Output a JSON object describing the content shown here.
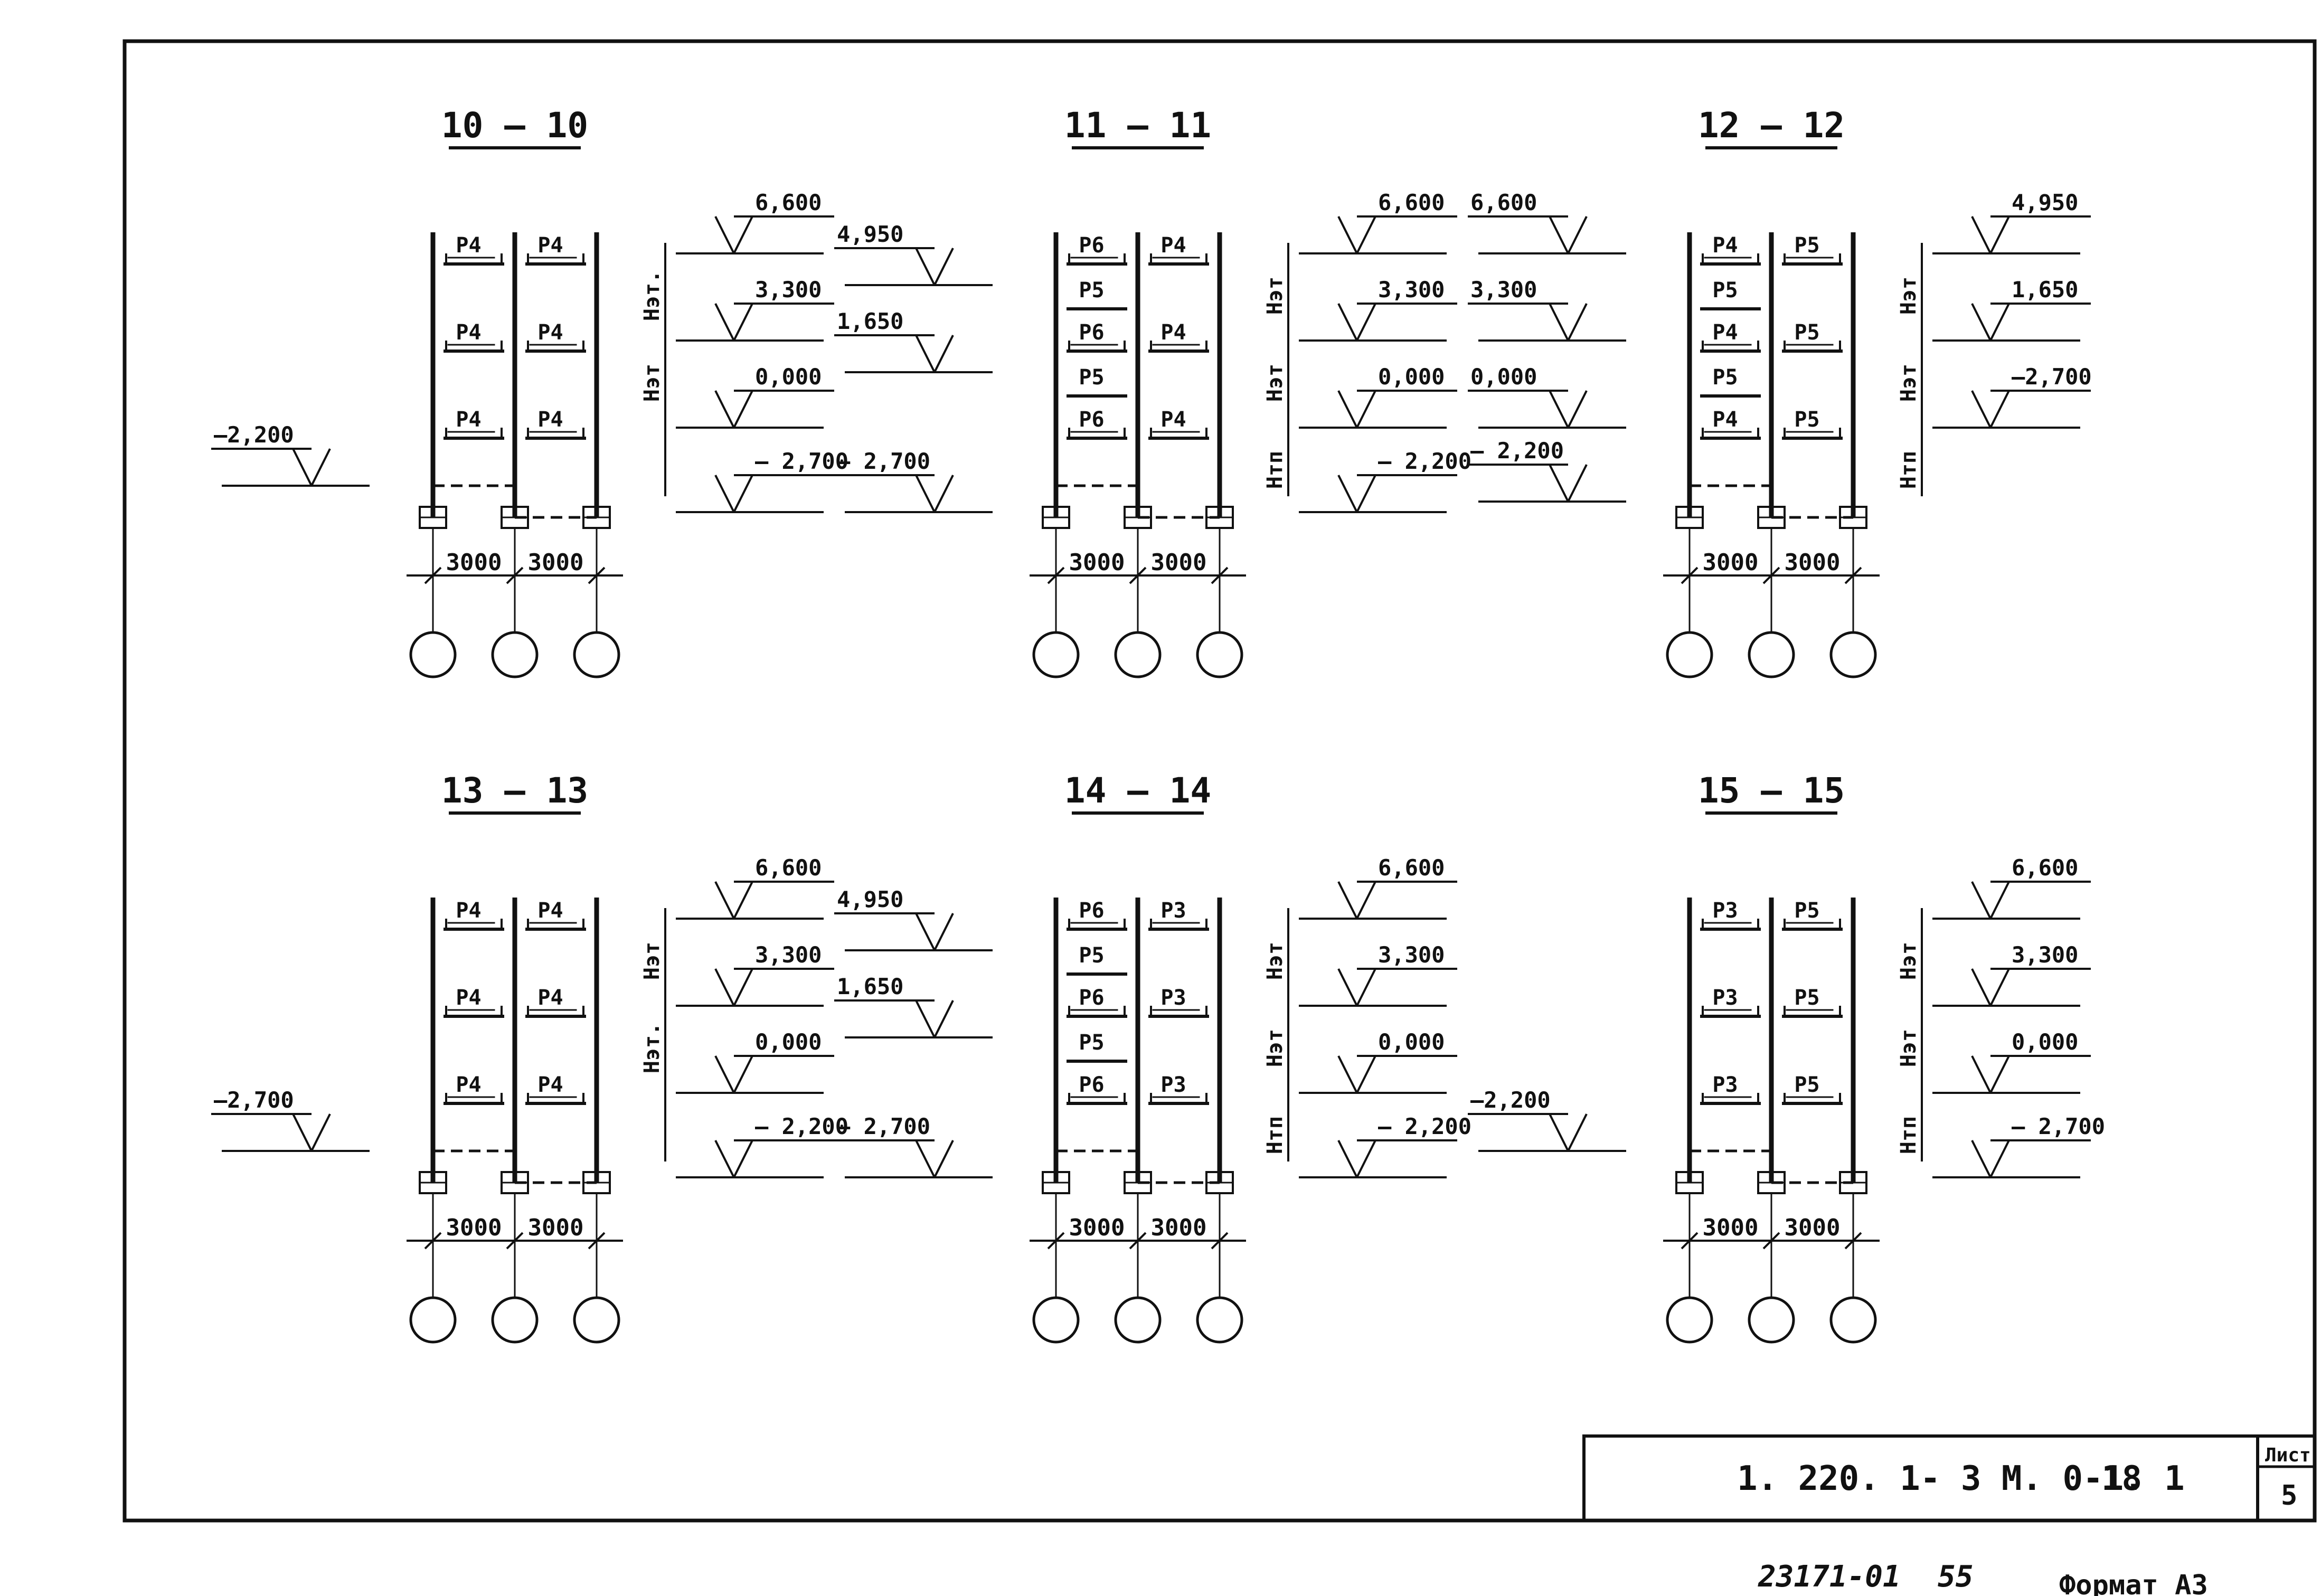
{
  "sections": [
    {
      "title": "10 – 10",
      "kind": "A",
      "beams": [
        [
          "Р4",
          "Р4"
        ],
        [
          "Р4",
          "Р4"
        ],
        [
          "Р4",
          "Р4"
        ]
      ],
      "rightElev": [
        "6,600",
        "3,300",
        "0,000",
        "– 2,700"
      ],
      "leftElev": [
        "–2,200"
      ],
      "sideDims": [
        "Нэт.",
        "Нэт"
      ],
      "spans": [
        "3000",
        "3000"
      ]
    },
    {
      "title": "11 – 11",
      "kind": "B",
      "beamsTop": [
        [
          "Р6",
          "Р4"
        ],
        [
          "Р6",
          "Р4"
        ],
        [
          "Р6",
          "Р4"
        ]
      ],
      "beamsMid": [
        "Р5",
        "Р5"
      ],
      "rightElev": [
        "6,600",
        "3,300",
        "0,000",
        "– 2,200"
      ],
      "leftElev": [
        "4,950",
        "1,650",
        "– 2,700"
      ],
      "sideDims": [
        "Нэт",
        "Нэт",
        "Нтп"
      ],
      "spans": [
        "3000",
        "3000"
      ]
    },
    {
      "title": "12 – 12",
      "kind": "C",
      "beams": [
        [
          "Р4",
          "Р5"
        ],
        [
          "Р4",
          "Р5"
        ],
        [
          "Р4",
          "Р5"
        ]
      ],
      "beamsMid": [
        "Р5",
        "Р5"
      ],
      "rightElev": [
        "4,950",
        "1,650",
        "–2,700"
      ],
      "leftElev": [
        "6,600",
        "3,300",
        "0,000",
        "– 2,200"
      ],
      "sideDims": [
        "Нэт",
        "Нэт",
        "Нтп"
      ],
      "spans": [
        "3000",
        "3000"
      ]
    },
    {
      "title": "13 – 13",
      "kind": "A",
      "beams": [
        [
          "Р4",
          "Р4"
        ],
        [
          "Р4",
          "Р4"
        ],
        [
          "Р4",
          "Р4"
        ]
      ],
      "rightElev": [
        "6,600",
        "3,300",
        "0,000",
        "– 2,200"
      ],
      "leftElev": [
        "–2,700"
      ],
      "sideDims": [
        "Нэт",
        "Нэт."
      ],
      "spans": [
        "3000",
        "3000"
      ]
    },
    {
      "title": "14 – 14",
      "kind": "B",
      "beamsTop": [
        [
          "Р6",
          "Р3"
        ],
        [
          "Р6",
          "Р3"
        ],
        [
          "Р6",
          "Р3"
        ]
      ],
      "beamsMid": [
        "Р5",
        "Р5"
      ],
      "rightElev": [
        "6,600",
        "3,300",
        "0,000",
        "– 2,200"
      ],
      "leftElev": [
        "4,950",
        "1,650",
        "– 2,700"
      ],
      "sideDims": [
        "Нэт",
        "Нэт",
        "Нтп"
      ],
      "spans": [
        "3000",
        "3000"
      ]
    },
    {
      "title": "15 – 15",
      "kind": "D",
      "beams": [
        [
          "Р3",
          "Р5"
        ],
        [
          "Р3",
          "Р5"
        ],
        [
          "Р3",
          "Р5"
        ]
      ],
      "rightElev": [
        "6,600",
        "3,300",
        "0,000",
        "– 2,700"
      ],
      "leftElev": [
        "–2,200"
      ],
      "sideDims": [
        "Нэт",
        "Нэт",
        "Нтп"
      ],
      "spans": [
        "3000",
        "3000"
      ]
    }
  ],
  "titleBlock": {
    "code": "1. 220. 1- 3 М. 0-1. 1",
    "number": "18",
    "sheetLabel": "Лист",
    "sheetNumber": "5"
  },
  "footer": {
    "inventory": "23171-01",
    "page": "55",
    "format": "Формат А3"
  }
}
